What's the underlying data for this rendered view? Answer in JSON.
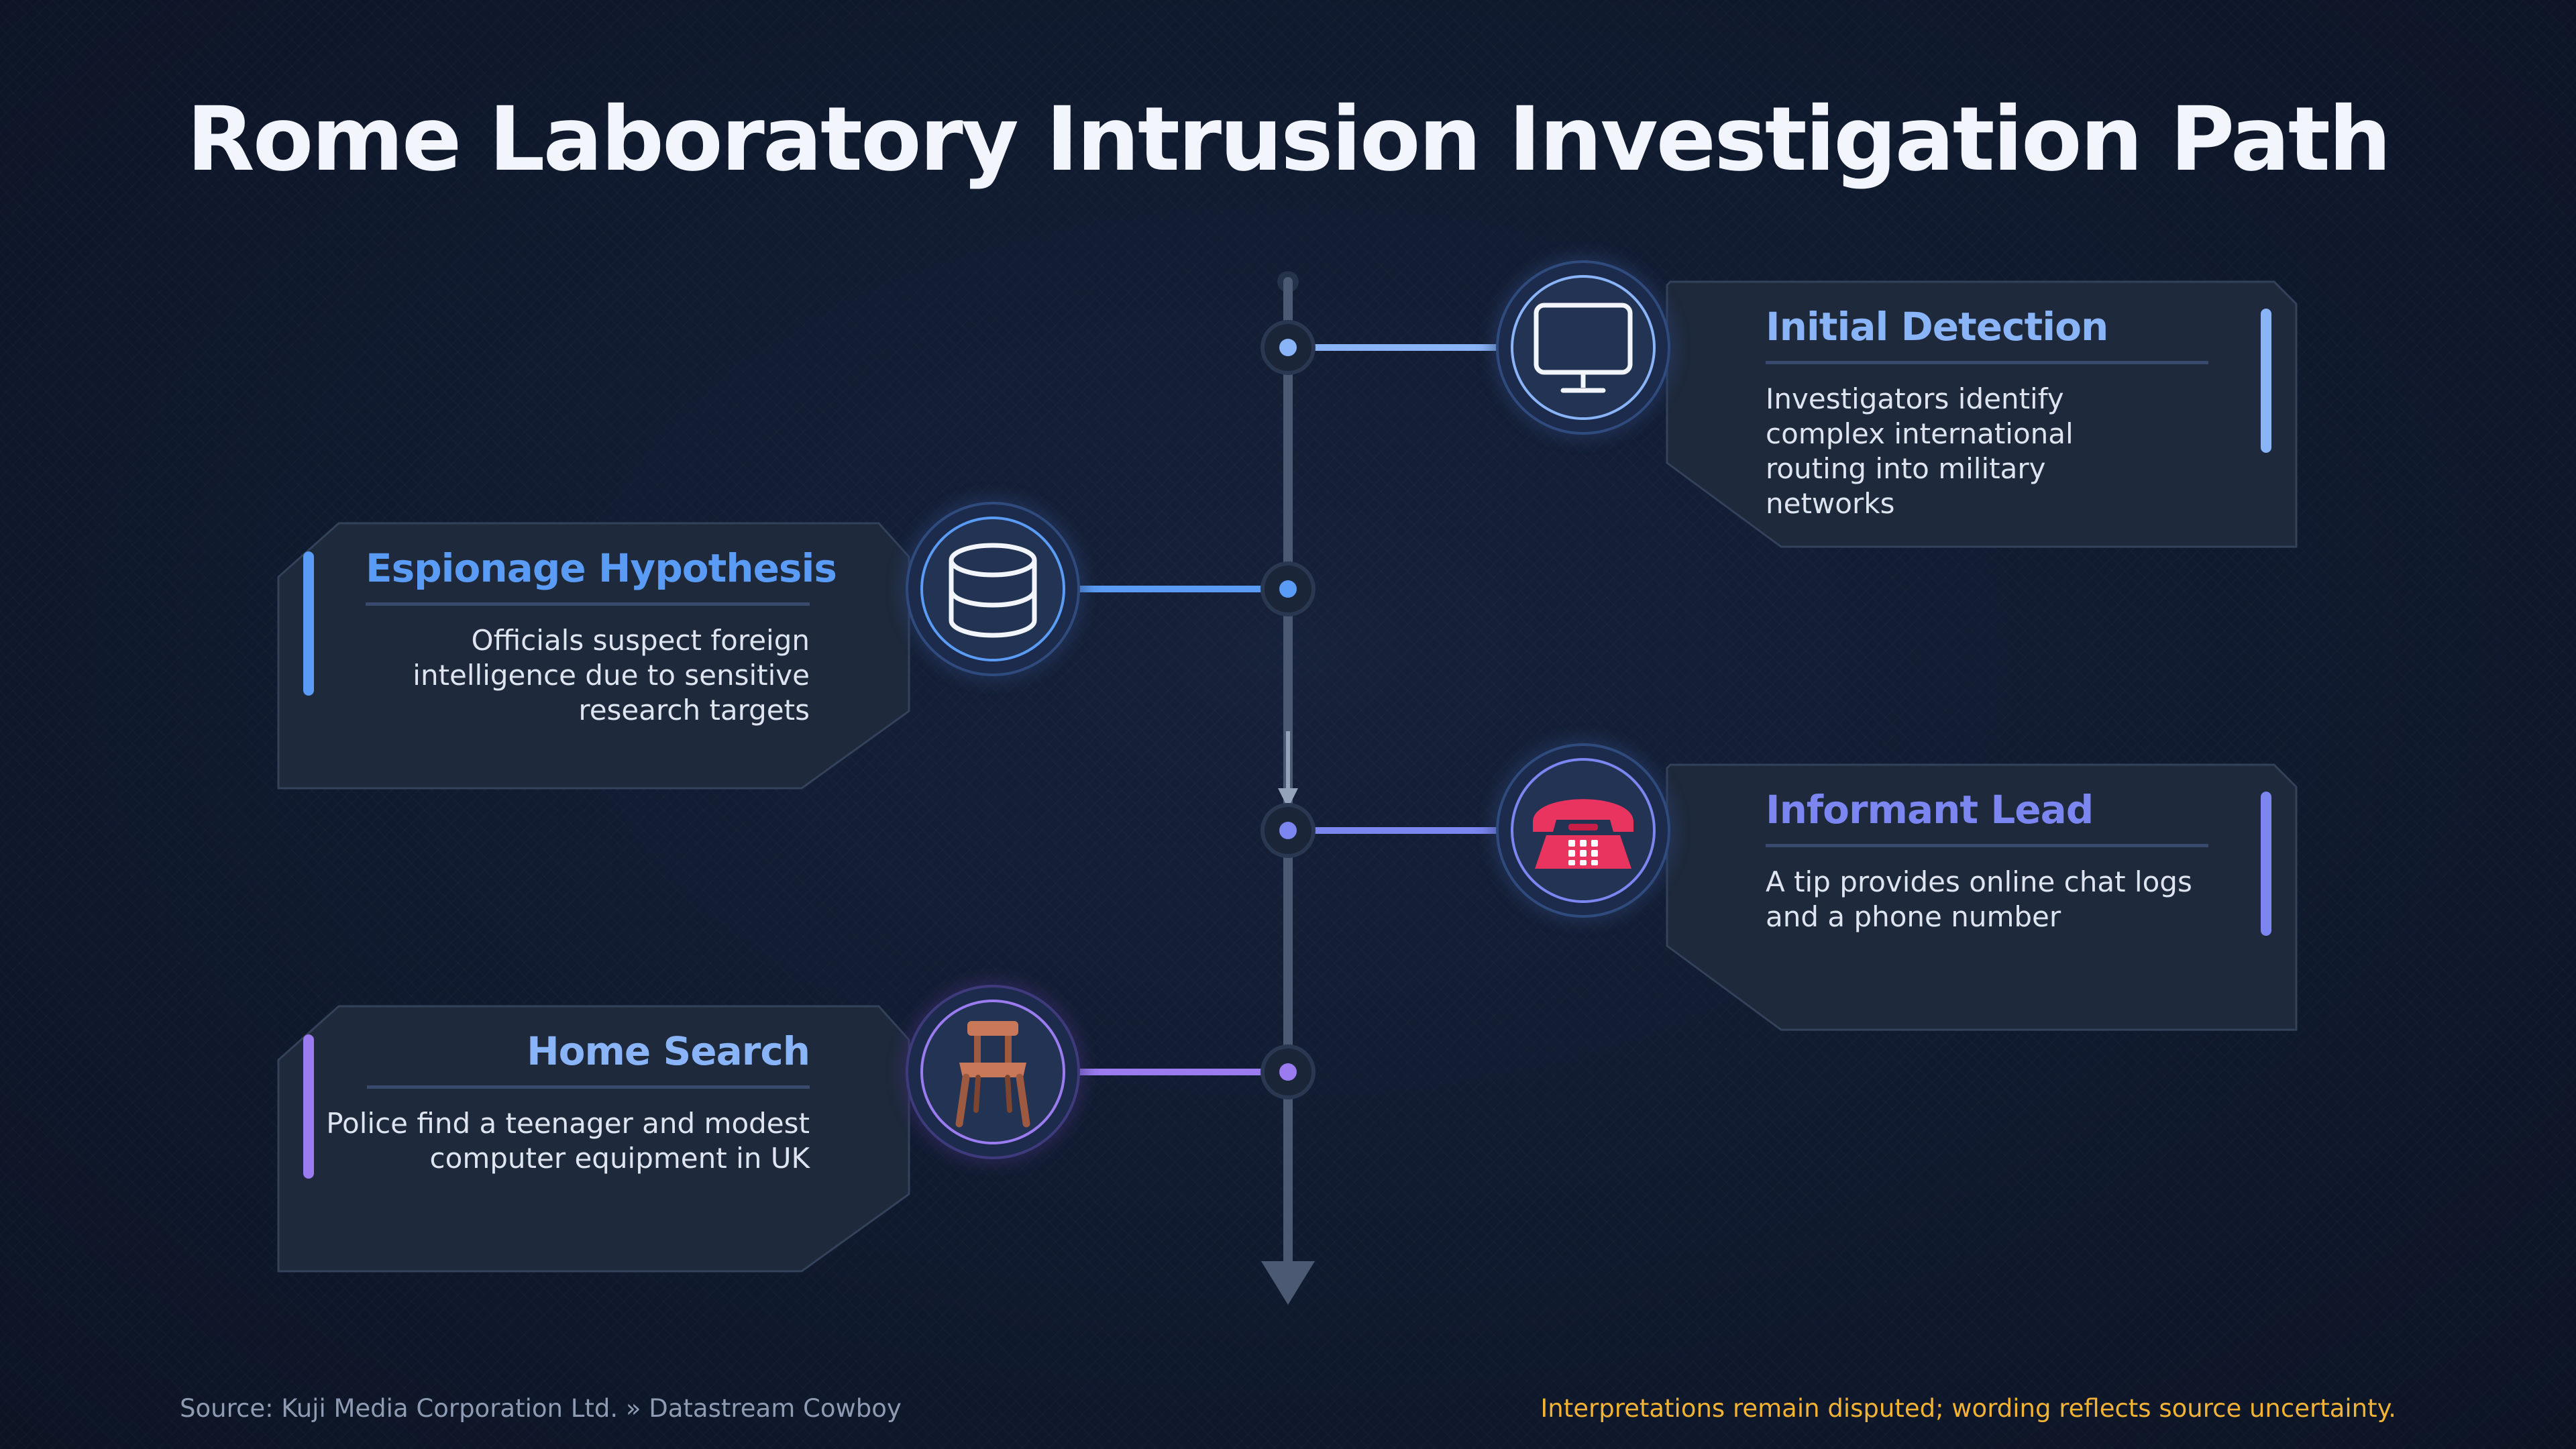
{
  "title": "Rome Laboratory Intrusion Investigation Path",
  "steps": [
    {
      "title": "Initial Detection",
      "description": "Investigators identify complex international routing into military networks",
      "icon": "monitor-icon",
      "accent": "#8ab4f8"
    },
    {
      "title": "Espionage Hypothesis",
      "description": "Officials suspect foreign intelligence due to sensitive research targets",
      "icon": "database-icon",
      "accent": "#5a9cf5"
    },
    {
      "title": "Informant Lead",
      "description": "A tip provides online chat logs and a phone number",
      "icon": "telephone-icon",
      "accent": "#7b86f0"
    },
    {
      "title": "Home Search",
      "description": "Police find a teenager and modest computer equipment in UK",
      "icon": "chair-icon",
      "accent": "#9a7cf0"
    }
  ],
  "footer": {
    "source": "Source: Kuji Media Corporation Ltd. » Datastream Cowboy",
    "note": "Interpretations remain disputed; wording reflects source uncertainty."
  },
  "colors": {
    "title_text": "#f2f5fb",
    "card_fill": "#1e293b",
    "timeline": "#4b5a72",
    "footer_note": "#f2b233"
  }
}
